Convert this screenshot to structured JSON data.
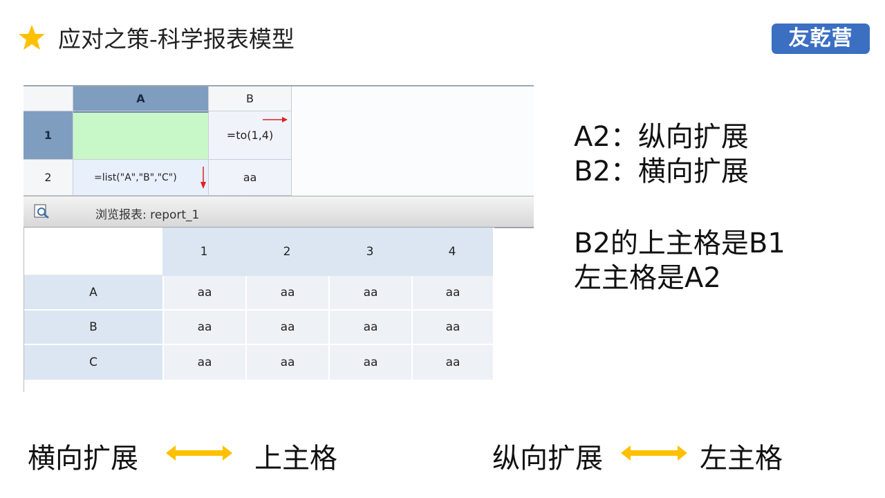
{
  "header": {
    "title": "应对之策-科学报表模型",
    "logo_text": "友乾营"
  },
  "designer": {
    "col_headers": [
      "A",
      "B"
    ],
    "row_headers": [
      "1",
      "2"
    ],
    "cells": {
      "A1": "",
      "B1": "=to(1,4)",
      "A2": "=list(\"A\",\"B\",\"C\")",
      "B2": "aa"
    },
    "colors": {
      "selected_header": "#7f9dbf",
      "a1_fill": "#c8f7c8"
    }
  },
  "preview": {
    "label": "浏览报表: report_1",
    "col_headers": [
      "1",
      "2",
      "3",
      "4"
    ],
    "rows": [
      {
        "label": "A",
        "values": [
          "aa",
          "aa",
          "aa",
          "aa"
        ]
      },
      {
        "label": "B",
        "values": [
          "aa",
          "aa",
          "aa",
          "aa"
        ]
      },
      {
        "label": "C",
        "values": [
          "aa",
          "aa",
          "aa",
          "aa"
        ]
      }
    ]
  },
  "notes": {
    "a2": "A2：纵向扩展",
    "b2": "B2：横向扩展",
    "line1": "B2的上主格是B1",
    "line2": "左主格是A2"
  },
  "relations": {
    "left_a": "横向扩展",
    "left_b": "上主格",
    "right_a": "纵向扩展",
    "right_b": "左主格",
    "arrow_color": "#ffc000"
  }
}
